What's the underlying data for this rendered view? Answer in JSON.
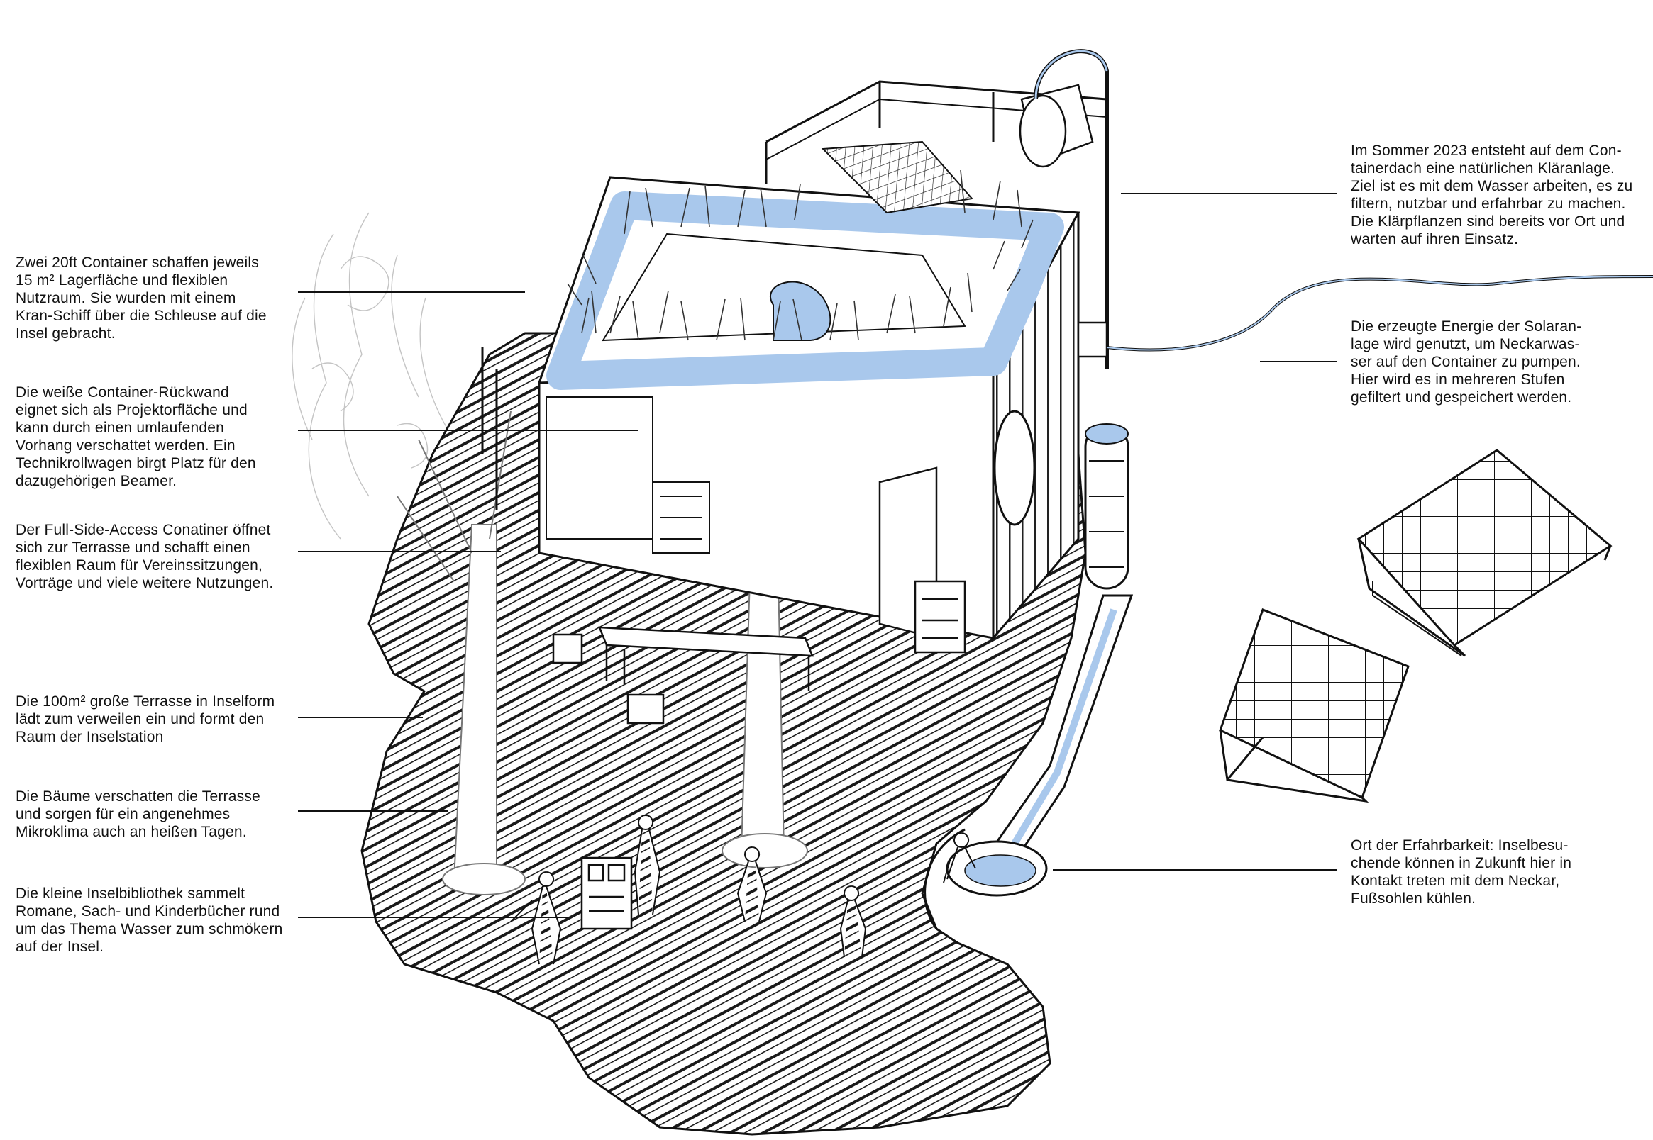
{
  "annotations_left": [
    {
      "id": "containers",
      "lines": [
        "Zwei 20ft Container schaffen jeweils",
        "15 m² Lagerfläche und flexiblen",
        "Nutzraum. Sie wurden mit einem",
        "Kran-Schiff über die Schleuse auf die",
        "Insel gebracht."
      ]
    },
    {
      "id": "rear-wall",
      "lines": [
        "Die weiße Container-Rückwand",
        "eignet sich als Projektorfläche und",
        "kann durch einen umlaufenden",
        "Vorhang verschattet werden. Ein",
        "Technikrollwagen birgt Platz für den",
        "dazugehörigen Beamer."
      ]
    },
    {
      "id": "side-access",
      "lines": [
        "Der Full-Side-Access Conatiner öffnet",
        "sich zur Terrasse und schafft einen",
        "flexiblen Raum für Vereinssitzungen,",
        "Vorträge und viele weitere Nutzungen."
      ]
    },
    {
      "id": "terrace",
      "lines": [
        "Die 100m² große Terrasse in Inselform",
        "lädt zum verweilen ein und formt den",
        "Raum der Inselstation"
      ]
    },
    {
      "id": "trees",
      "lines": [
        "Die Bäume verschatten die Terrasse",
        "und sorgen für ein angenehmes",
        "Mikroklima auch an heißen Tagen."
      ]
    },
    {
      "id": "library",
      "lines": [
        "Die kleine Inselbibliothek sammelt",
        "Romane, Sach- und Kinderbücher rund",
        "um das Thema Wasser zum schmökern",
        "auf der Insel."
      ]
    }
  ],
  "annotations_right": [
    {
      "id": "wetland",
      "lines": [
        "Im Sommer 2023 entsteht auf dem Con-",
        "tainerdach eine natürlichen Kläranlage.",
        "Ziel ist es mit dem Wasser arbeiten, es zu",
        "filtern, nutzbar und erfahrbar zu machen.",
        "Die Klärpflanzen sind bereits vor Ort und",
        "warten auf ihren Einsatz."
      ]
    },
    {
      "id": "solar",
      "lines": [
        "Die erzeugte Energie der Solaran-",
        "lage wird genutzt, um Neckarwas-",
        "ser auf den Container zu pumpen.",
        "Hier wird es in mehreren Stufen",
        "gefiltert und gespeichert werden."
      ]
    },
    {
      "id": "experience",
      "lines": [
        "Ort der Erfahrbarkeit: Inselbesu-",
        "chende können in Zukunft hier in",
        "Kontakt treten mit dem Neckar,",
        "Fußsohlen kühlen."
      ]
    }
  ],
  "colors": {
    "water": "#a9c8ec",
    "ink": "#111111",
    "tree": "#bbbbbb",
    "background": "#ffffff"
  }
}
